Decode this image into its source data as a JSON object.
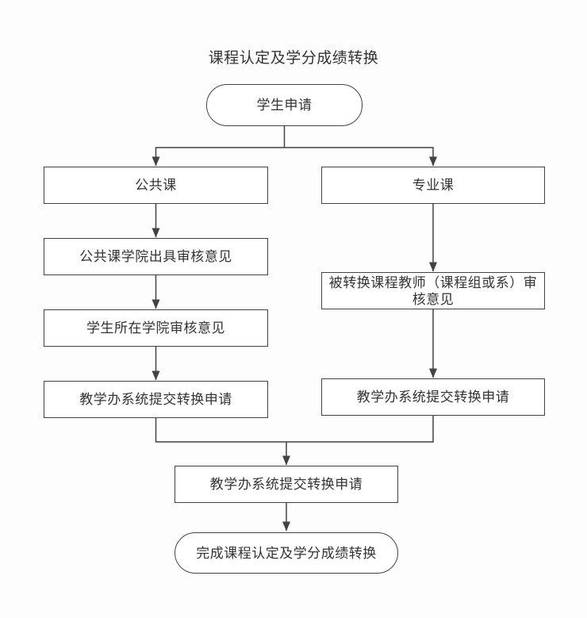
{
  "colors": {
    "stroke": "#424242",
    "text": "#333333",
    "node-fill": "#ffffff",
    "background": "#fdfdfd"
  },
  "diagram": {
    "title": "课程认定及学分成绩转换",
    "nodes": {
      "start": "学生申请",
      "public_course": "公共课",
      "major_course": "专业课",
      "public_college_review": "公共课学院出具审核意见",
      "student_college_review": "学生所在学院审核意见",
      "left_submit": "教学办系统提交转换申请",
      "teacher_review": "被转换课程教师（课程组或系）审\n核意见",
      "right_submit": "教学办系统提交转换申请",
      "merge_submit": "教学办系统提交转换申请",
      "end": "完成课程认定及学分成绩转换"
    }
  }
}
